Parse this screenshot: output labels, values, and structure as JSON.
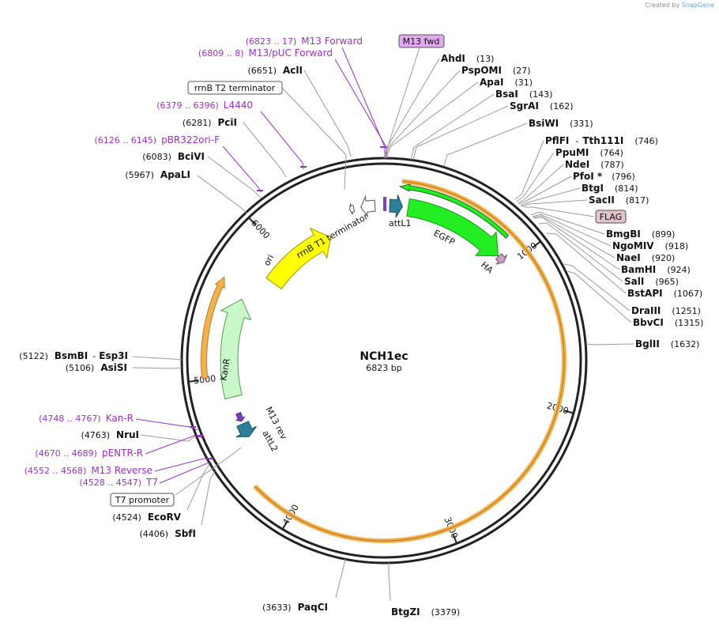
{
  "credit": {
    "prefix": "Created by",
    "brand": "SnapGene"
  },
  "plasmid": {
    "name": "NCH1ec",
    "size_label": "6823 bp",
    "length": 6823
  },
  "ticks": [
    "1000",
    "2000",
    "3000",
    "4000",
    "5000",
    "6000"
  ],
  "features": [
    {
      "id": "egfp",
      "label": "EGFP",
      "color": "#22ee22",
      "stroke": "#119911"
    },
    {
      "id": "ha",
      "label": "HA",
      "color": "#c9a0c0",
      "stroke": "#7a4c72"
    },
    {
      "id": "attl1",
      "label": "attL1",
      "color": "#2b7f99",
      "stroke": "#1a5566"
    },
    {
      "id": "attl2",
      "label": "attL2",
      "color": "#2b7f99",
      "stroke": "#1a5566"
    },
    {
      "id": "m13rev",
      "label": "M13 rev",
      "color": "#7f3fbf",
      "stroke": "#50207e"
    },
    {
      "id": "kanr",
      "label": "KanR",
      "color": "#c8f7c8",
      "stroke": "#5a9a5a"
    },
    {
      "id": "ori",
      "label": "ori",
      "color": "#ffff00",
      "stroke": "#9a9a00"
    },
    {
      "id": "rrnbt1",
      "label": "rrnB T1 terminator",
      "color": "#ffffff",
      "stroke": "#555555"
    },
    {
      "id": "orange_arc",
      "label": "",
      "color": "#f6b24a",
      "stroke": "#d08a1a"
    }
  ],
  "boxed_labels": {
    "m13fwd": "M13 fwd",
    "rrnbt2": "rrnB T2 terminator",
    "flag": "FLAG",
    "t7promoter": "T7 promoter"
  },
  "primers": [
    {
      "range": "(6823 .. 17)",
      "name": "M13 Forward"
    },
    {
      "range": "(6809 .. 8)",
      "name": "M13/pUC Forward"
    },
    {
      "range": "(6379 .. 6396)",
      "name": "L4440"
    },
    {
      "range": "(6126 .. 6145)",
      "name": "pBR322ori-F"
    },
    {
      "range": "(4748 .. 4767)",
      "name": "Kan-R"
    },
    {
      "range": "(4670 .. 4689)",
      "name": "pENTR-R"
    },
    {
      "range": "(4552 .. 4568)",
      "name": "M13 Reverse"
    },
    {
      "range": "(4528 .. 4547)",
      "name": "T7"
    }
  ],
  "sites": [
    {
      "name": "AhdI",
      "pos": "(13)"
    },
    {
      "name": "PspOMI",
      "pos": "(27)"
    },
    {
      "name": "ApaI",
      "pos": "(31)"
    },
    {
      "name": "BsaI",
      "pos": "(143)"
    },
    {
      "name": "SgrAI",
      "pos": "(162)"
    },
    {
      "name": "BsiWI",
      "pos": "(331)"
    },
    {
      "name": "PflFI",
      "sep": "-",
      "name2": "Tth111I",
      "pos": "(746)"
    },
    {
      "name": "PpuMI",
      "pos": "(764)"
    },
    {
      "name": "NdeI",
      "pos": "(787)"
    },
    {
      "name": "PfoI *",
      "pos": "(796)"
    },
    {
      "name": "BtgI",
      "pos": "(814)"
    },
    {
      "name": "SacII",
      "pos": "(817)"
    },
    {
      "name": "BmgBI",
      "pos": "(899)"
    },
    {
      "name": "NgoMIV",
      "pos": "(918)"
    },
    {
      "name": "NaeI",
      "pos": "(920)"
    },
    {
      "name": "BamHI",
      "pos": "(924)"
    },
    {
      "name": "SalI",
      "pos": "(965)"
    },
    {
      "name": "BstAPI",
      "pos": "(1067)"
    },
    {
      "name": "DraIII",
      "pos": "(1251)"
    },
    {
      "name": "BbvCI",
      "pos": "(1315)"
    },
    {
      "name": "BglII",
      "pos": "(1632)"
    },
    {
      "name": "BtgZI",
      "pos": "(3379)"
    },
    {
      "name": "PaqCI",
      "pos": "(3633)"
    },
    {
      "name": "SbfI",
      "pos": "(4406)"
    },
    {
      "name": "EcoRV",
      "pos": "(4524)"
    },
    {
      "name": "NruI",
      "pos": "(4763)"
    },
    {
      "name": "AsiSI",
      "pos": "(5106)"
    },
    {
      "name": "BsmBI",
      "sep": "-",
      "name2": "Esp3I",
      "pos": "(5122)"
    },
    {
      "name": "ApaLI",
      "pos": "(5967)"
    },
    {
      "name": "BciVI",
      "pos": "(6083)"
    },
    {
      "name": "PciI",
      "pos": "(6281)"
    },
    {
      "name": "AclI",
      "pos": "(6651)"
    }
  ]
}
